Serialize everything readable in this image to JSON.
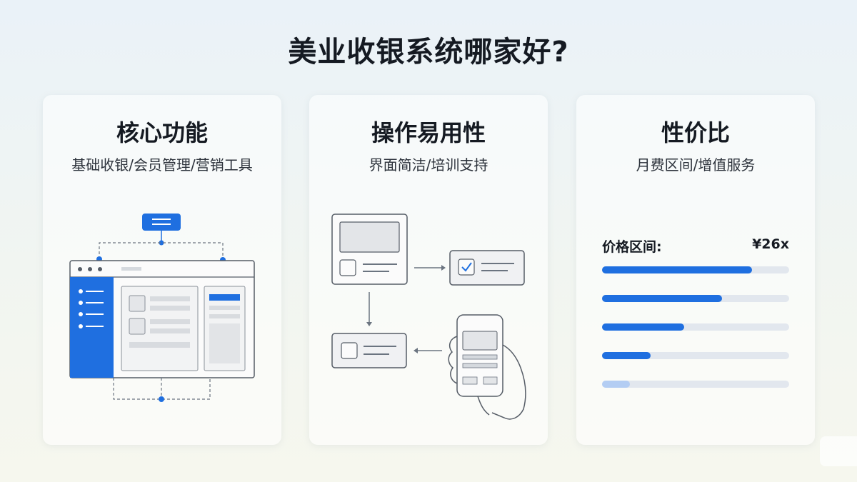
{
  "title": "美业收银系统哪家好?",
  "cards": [
    {
      "title": "核心功能",
      "subtitle": "基础收银/会员管理/营销工具",
      "illustration": "pos-software-window-icon"
    },
    {
      "title": "操作易用性",
      "subtitle": "界面简洁/培训支持",
      "illustration": "workflow-mobile-icon"
    },
    {
      "title": "性价比",
      "subtitle": "月费区间/增值服务",
      "price_label": "价格区间:",
      "price_value": "¥26x",
      "bars": [
        0.8,
        0.64,
        0.44,
        0.26,
        0.15
      ]
    }
  ],
  "colors": {
    "accent": "#1f6fe0",
    "accent_light": "#b3cdf3",
    "track": "#e2e7ee",
    "text": "#151a22"
  }
}
